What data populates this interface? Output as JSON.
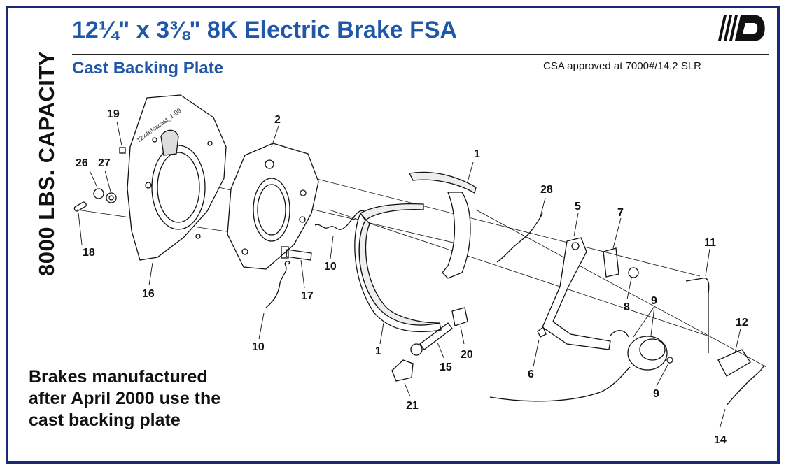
{
  "header": {
    "title": "12¼\" x 3⅜\" 8K Electric Brake FSA",
    "subtitle": "Cast Backing Plate",
    "approval": "CSA approved at 7000#/14.2 SLR"
  },
  "side_label": "8000 LBS. CAPACITY",
  "note_lines": [
    "Brakes manufactured",
    "after April 2000 use the",
    "cast backing plate"
  ],
  "part_code": "12x4efsacast_1-09",
  "callouts": {
    "c19": "19",
    "c26": "26",
    "c27": "27",
    "c18": "18",
    "c16": "16",
    "c2": "2",
    "c17": "17",
    "c10a": "10",
    "c10b": "10",
    "c1a": "1",
    "c1b": "1",
    "c15": "15",
    "c20": "20",
    "c21": "21",
    "c28": "28",
    "c5": "5",
    "c7": "7",
    "c8": "8",
    "c9a": "9",
    "c9b": "9",
    "c6": "6",
    "c11": "11",
    "c12": "12",
    "c14": "14"
  },
  "colors": {
    "frame": "#1a2a78",
    "title": "#1f58a8"
  }
}
